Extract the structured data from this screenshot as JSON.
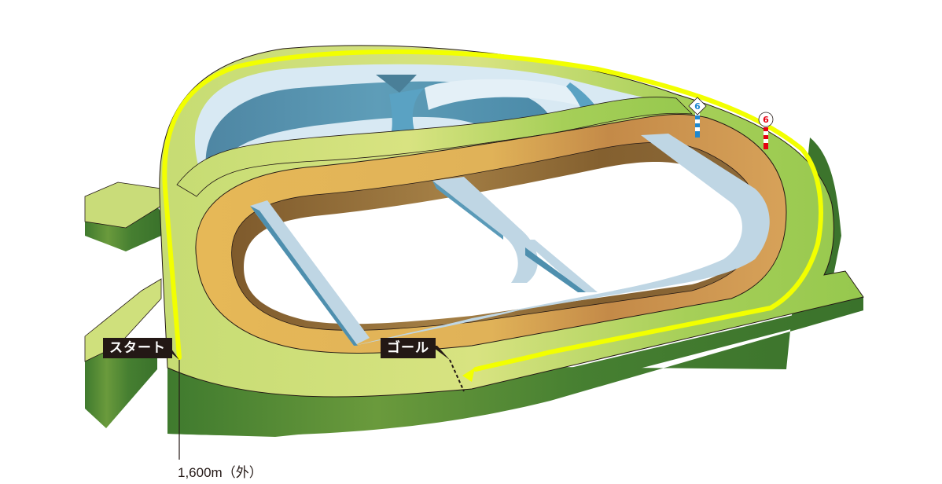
{
  "diagram": {
    "type": "racecourse-layout",
    "labels": {
      "start": "スタート",
      "goal": "ゴール",
      "distance": "1,600m（外）"
    },
    "markers": [
      {
        "id": "inner-furlong",
        "number": "6",
        "shape": "diamond",
        "color": "#1e88d0"
      },
      {
        "id": "outer-furlong",
        "number": "6",
        "shape": "circle",
        "color": "#e60012"
      }
    ],
    "colors": {
      "turf_light": "#d6e27e",
      "turf_mid": "#9ccb50",
      "turf_dark": "#3f7a2e",
      "dirt_light": "#e5b95a",
      "dirt_dark": "#8a6332",
      "training_light": "#bfd6e4",
      "training_dark": "#4e8fae",
      "route": "#f2ff00",
      "label_bg": "#231815"
    }
  }
}
